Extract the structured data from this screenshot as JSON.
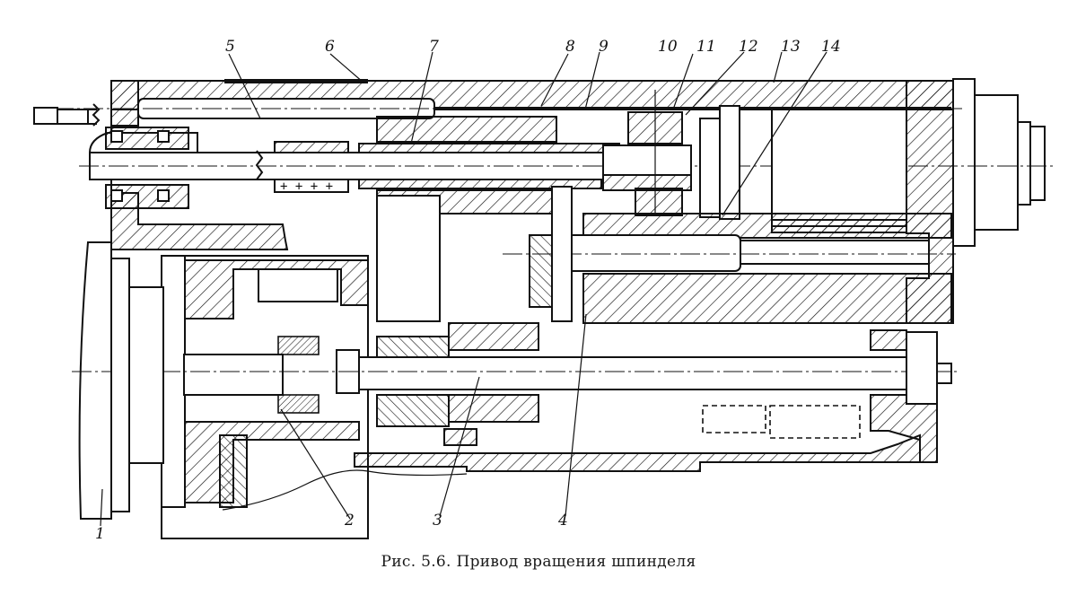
{
  "figure": {
    "caption": "Рис. 5.6. Привод вращения шпинделя",
    "parts": [
      {
        "id": "1",
        "label": "1"
      },
      {
        "id": "2",
        "label": "2"
      },
      {
        "id": "3",
        "label": "3"
      },
      {
        "id": "4",
        "label": "4"
      },
      {
        "id": "5",
        "label": "5"
      },
      {
        "id": "6",
        "label": "6"
      },
      {
        "id": "7",
        "label": "7"
      },
      {
        "id": "8",
        "label": "8"
      },
      {
        "id": "9",
        "label": "9"
      },
      {
        "id": "10",
        "label": "10"
      },
      {
        "id": "11",
        "label": "11"
      },
      {
        "id": "12",
        "label": "12"
      },
      {
        "id": "13",
        "label": "13"
      },
      {
        "id": "14",
        "label": "14"
      }
    ],
    "key_marks": "+ + + +"
  }
}
